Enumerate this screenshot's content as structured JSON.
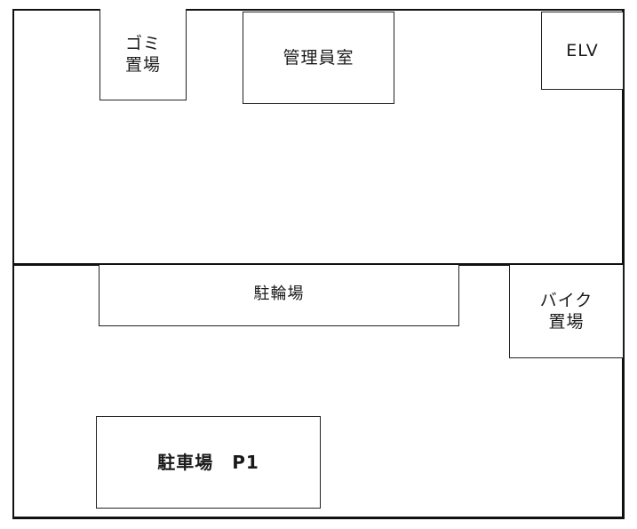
{
  "floor_plan": {
    "rooms": {
      "garbage": {
        "label": "ゴミ\n置場"
      },
      "manager_office": {
        "label": "管理員室"
      },
      "elevator": {
        "label": "ELV"
      },
      "bicycle_parking": {
        "label": "駐輪場"
      },
      "motorbike_parking": {
        "label": "バイク\n置場"
      },
      "car_parking": {
        "label": "駐車場　P1"
      }
    }
  }
}
